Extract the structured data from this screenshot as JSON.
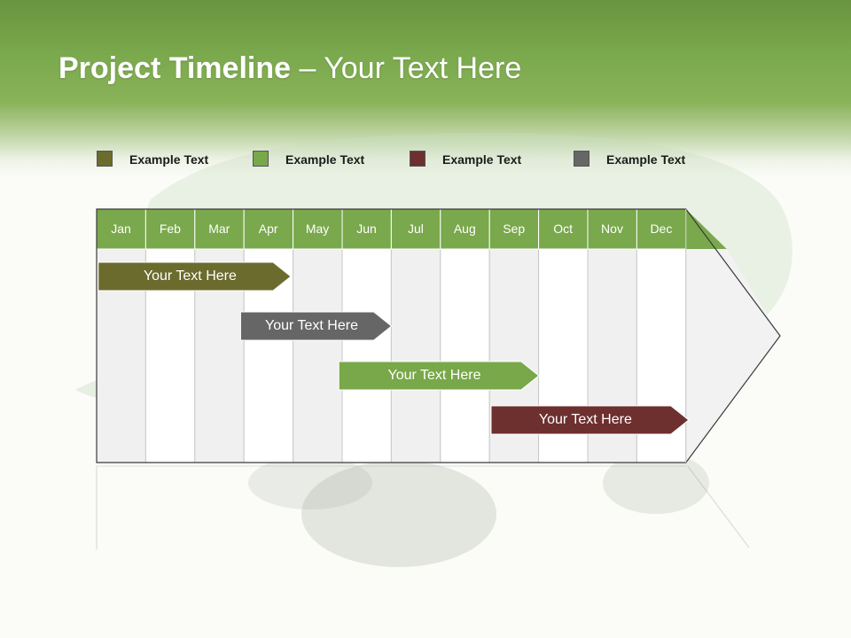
{
  "title": {
    "bold": "Project Timeline",
    "rest": " – Your Text Here"
  },
  "colors": {
    "header": "#7aa84c",
    "olive": "#6b6b2e",
    "green": "#78a84a",
    "maroon": "#6e2f2f",
    "gray": "#666666",
    "month_header": "#7aa84c",
    "column_light": "#f0f0f0",
    "column_white": "#ffffff"
  },
  "legend": [
    {
      "label": "Example Text",
      "color": "#6b6b2e"
    },
    {
      "label": "Example Text",
      "color": "#78a84a"
    },
    {
      "label": "Example Text",
      "color": "#6e2f2f"
    },
    {
      "label": "Example Text",
      "color": "#666666"
    }
  ],
  "months": [
    "Jan",
    "Feb",
    "Mar",
    "Apr",
    "May",
    "Jun",
    "Jul",
    "Aug",
    "Sep",
    "Oct",
    "Nov",
    "Dec"
  ],
  "tasks": [
    {
      "label": "Your  Text Here",
      "start_month": 0.05,
      "end_month": 3.9,
      "color": "#6b6b2e"
    },
    {
      "label": "Your  Text Here",
      "start_month": 2.95,
      "end_month": 5.95,
      "color": "#666666"
    },
    {
      "label": "Your  Text Here",
      "start_month": 4.95,
      "end_month": 8.95,
      "color": "#78a84a"
    },
    {
      "label": "Your  Text Here",
      "start_month": 8.05,
      "end_month": 12.0,
      "color": "#6e2f2f"
    }
  ]
}
